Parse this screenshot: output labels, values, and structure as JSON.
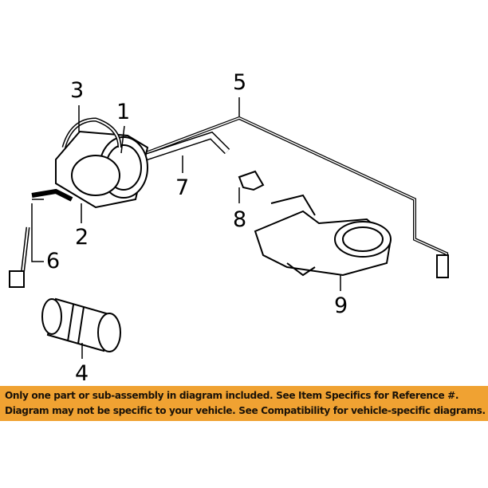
{
  "callouts": [
    "1",
    "2",
    "3",
    "4",
    "5",
    "6",
    "7",
    "8",
    "9"
  ],
  "banner": {
    "line1": "Only one part or sub-assembly in diagram included. See Item Specifics for Reference #.",
    "line2": "Diagram may not be specific to your vehicle. See Compatibility for vehicle-specific diagrams."
  },
  "colors": {
    "banner": "#f0a232",
    "ink": "#000000"
  }
}
